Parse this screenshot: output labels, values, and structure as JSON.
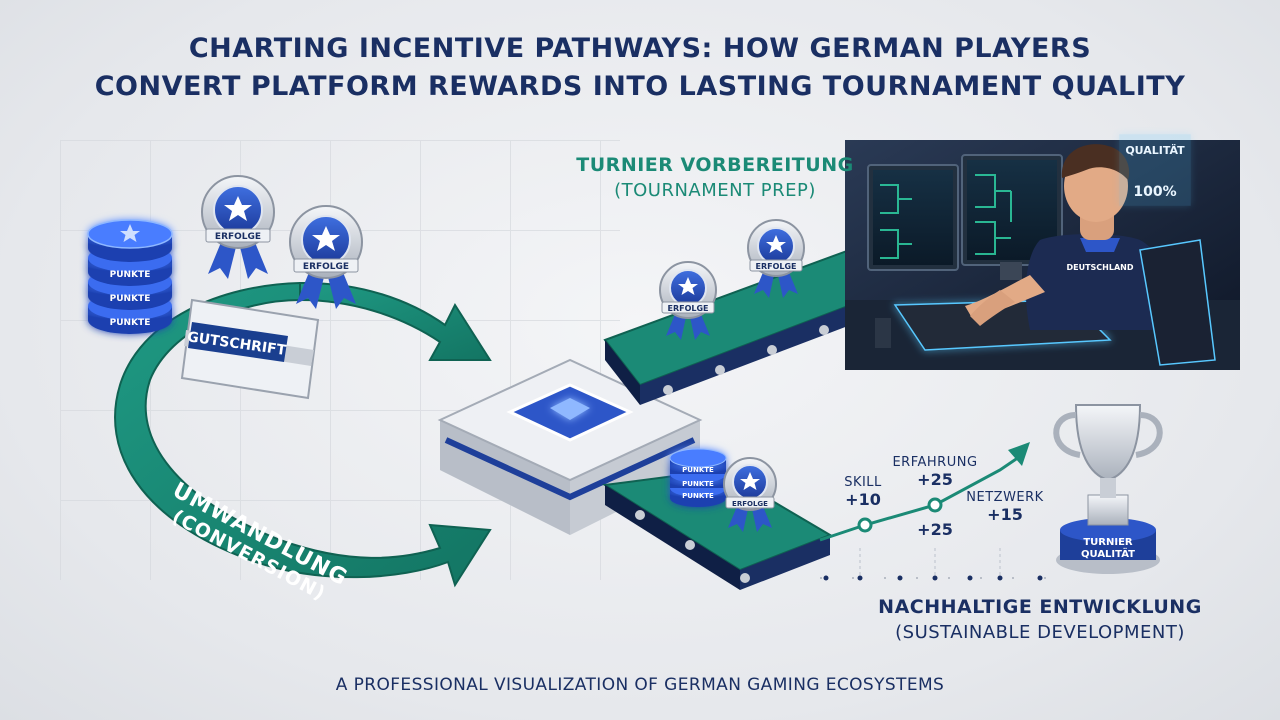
{
  "title": {
    "line1": "CHARTING INCENTIVE PATHWAYS: HOW GERMAN PLAYERS",
    "line2": "CONVERT PLATFORM REWARDS INTO LASTING TOURNAMENT QUALITY"
  },
  "left": {
    "coin_label": "PUNKTE",
    "badge_label": "ERFOLGE",
    "voucher_label": "GUTSCHRIFT",
    "conversion_title": "UMWANDLUNG",
    "conversion_sub": "(CONVERSION)"
  },
  "prep": {
    "title": "TURNIER VORBEREITUNG",
    "subtitle": "(TOURNAMENT PREP)",
    "belt_badge": "ERFOLGE",
    "quality_title": "QUALITÄT",
    "quality_value": "100%",
    "shirt_text": "DEUTSCHLAND"
  },
  "growth": {
    "metrics": [
      {
        "label": "SKILL",
        "value": "+10"
      },
      {
        "label": "ERFAHRUNG",
        "value": "+25"
      },
      {
        "label": "",
        "value": "+25"
      },
      {
        "label": "NETZWERK",
        "value": "+15"
      }
    ],
    "trophy_line1": "TURNIER",
    "trophy_line2": "QUALITÄT"
  },
  "sustainable": {
    "title": "NACHHALTIGE ENTWICKLUNG",
    "subtitle": "(SUSTAINABLE DEVELOPMENT)"
  },
  "footer": "A PROFESSIONAL VISUALIZATION OF GERMAN GAMING ECOSYSTEMS",
  "colors": {
    "navy": "#1a2f63",
    "teal": "#1b8a76",
    "blue": "#2d56c8",
    "glow": "#58c8ff",
    "silver": "#c9ced6"
  }
}
